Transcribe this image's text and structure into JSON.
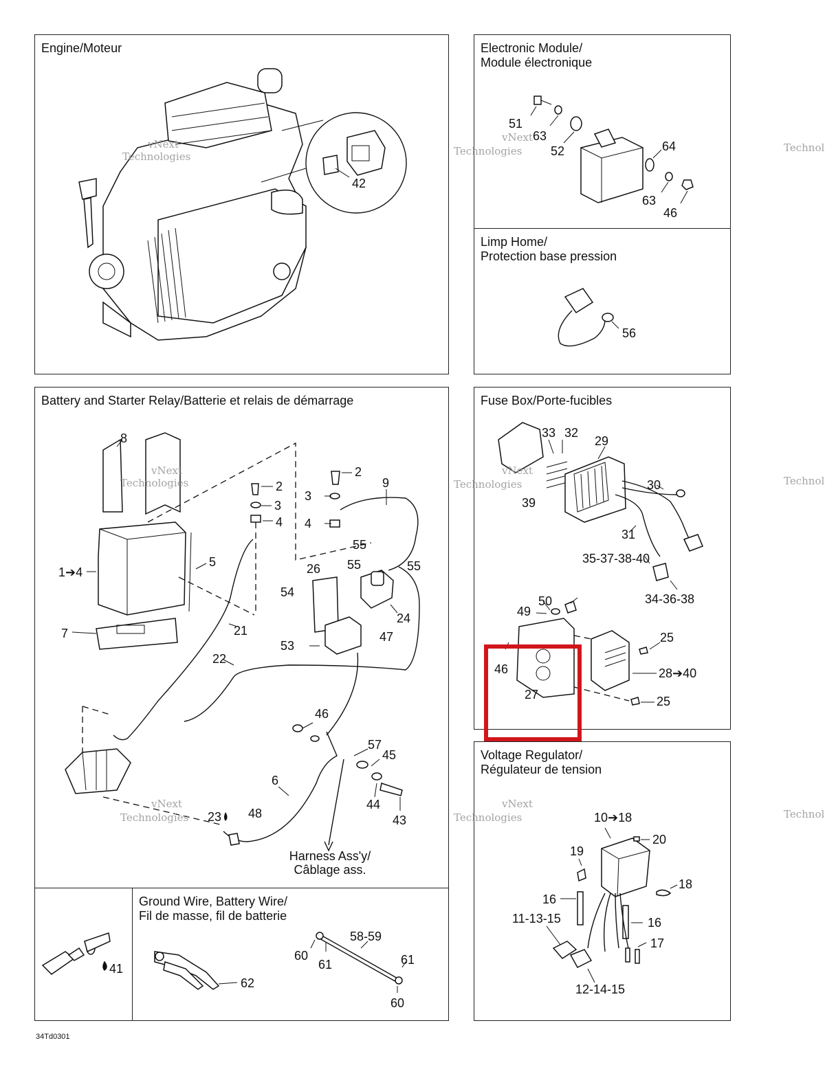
{
  "panels": {
    "engine": {
      "title": "Engine/Moteur",
      "labels": [
        "42"
      ]
    },
    "electronic_module": {
      "title": "Electronic Module/\nModule électronique",
      "labels": [
        "51",
        "63",
        "52",
        "64",
        "63",
        "46"
      ]
    },
    "limp_home": {
      "title": "Limp Home/\nProtection base pression",
      "labels": [
        "56"
      ]
    },
    "battery": {
      "title": "Battery and Starter Relay/Batterie et relais de démarrage",
      "labels": [
        "8",
        "2",
        "3",
        "4",
        "2",
        "3",
        "4",
        "9",
        "1➔4",
        "5",
        "55",
        "26",
        "55",
        "55",
        "54",
        "21",
        "24",
        "7",
        "53",
        "47",
        "22",
        "46",
        "57",
        "45",
        "6",
        "44",
        "43",
        "23",
        "48"
      ],
      "harness": "Harness Ass'y/\nCâblage ass."
    },
    "ground_wire": {
      "title": "Ground Wire, Battery Wire/\nFil de masse, fil de batterie",
      "labels": [
        "41",
        "62",
        "58-59",
        "60",
        "61",
        "61",
        "60"
      ]
    },
    "fuse_box": {
      "title": "Fuse Box/Porte-fucibles",
      "labels": [
        "33",
        "32",
        "29",
        "30",
        "39",
        "31",
        "35-37-38-40",
        "34-36-38",
        "50",
        "49",
        "25",
        "46",
        "28➔40",
        "27",
        "25"
      ]
    },
    "voltage_regulator": {
      "title": "Voltage Regulator/\nRégulateur de tension",
      "labels": [
        "10➔18",
        "20",
        "19",
        "18",
        "16",
        "16",
        "11-13-15",
        "17",
        "12-14-15"
      ]
    }
  },
  "watermark": {
    "line1": "vNext",
    "line2": "Technologies"
  },
  "highlight": {
    "color": "#d0161b"
  },
  "figure_code": "34Td0301"
}
